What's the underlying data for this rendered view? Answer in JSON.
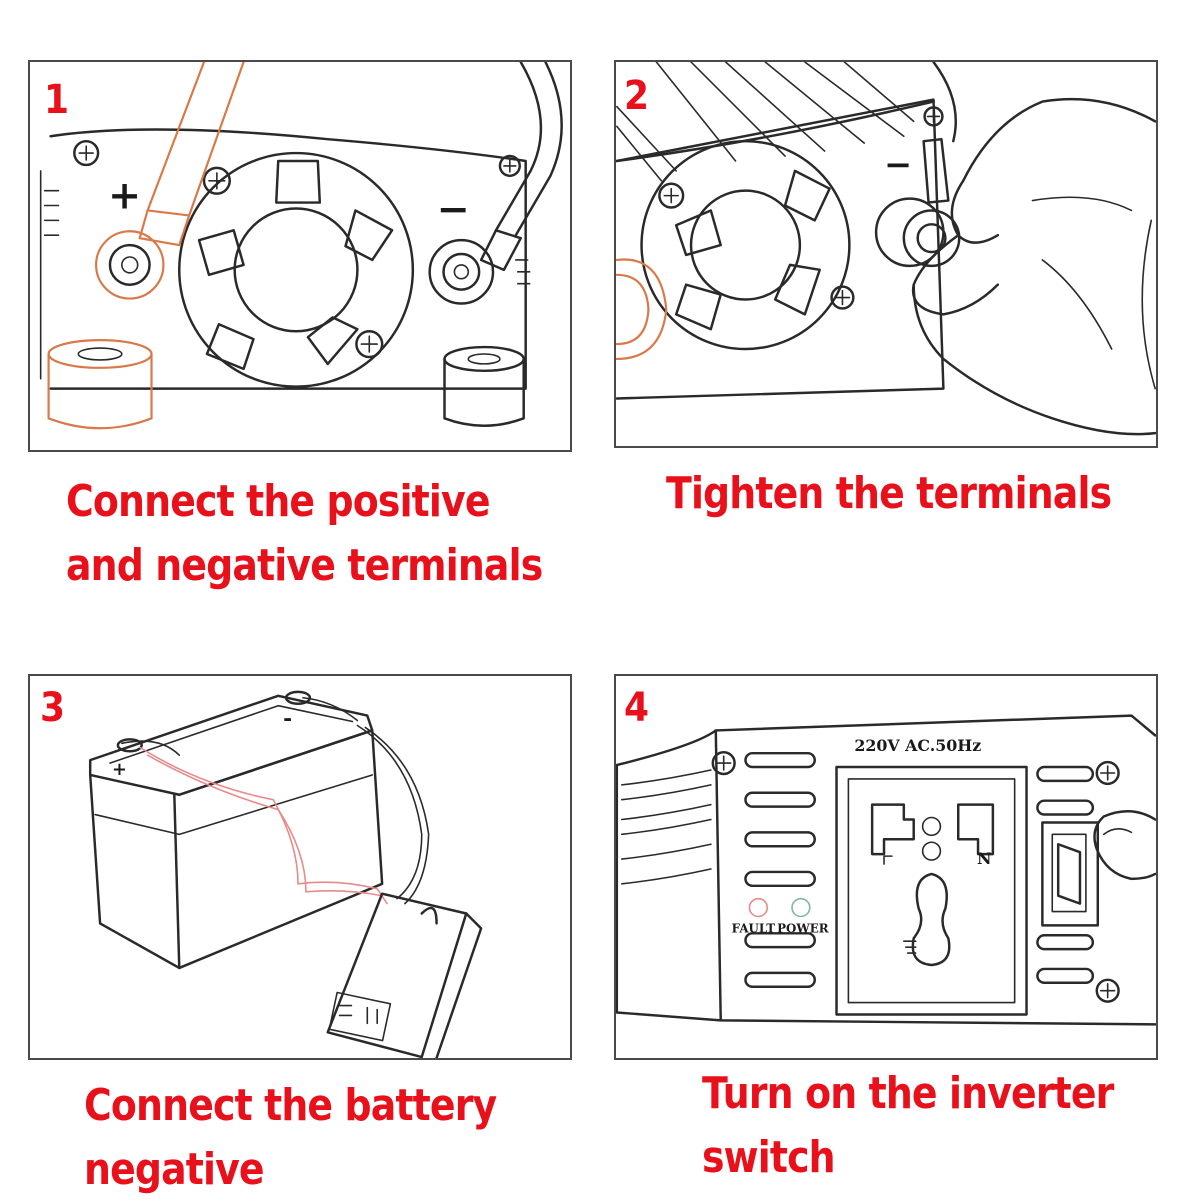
{
  "steps": [
    {
      "number": "1",
      "caption_lines": [
        "Connect the positive",
        "and negative terminals"
      ],
      "labels": {
        "positive": "+",
        "negative": "−"
      }
    },
    {
      "number": "2",
      "caption_lines": [
        "Tighten the terminals"
      ],
      "labels": {
        "negative": "−"
      }
    },
    {
      "number": "3",
      "caption_lines": [
        "Connect the battery",
        "negative"
      ],
      "labels": {
        "positive": "+",
        "negative": "-"
      }
    },
    {
      "number": "4",
      "caption_lines": [
        "Turn on the inverter",
        "switch"
      ],
      "labels": {
        "rating": "220V AC.50Hz",
        "fault": "FAULT",
        "power": "POWER",
        "neutral": "N"
      }
    }
  ],
  "colors": {
    "accent": "#e8101a",
    "line": "#2a2a2a",
    "wire_highlight": "#d9794a"
  }
}
